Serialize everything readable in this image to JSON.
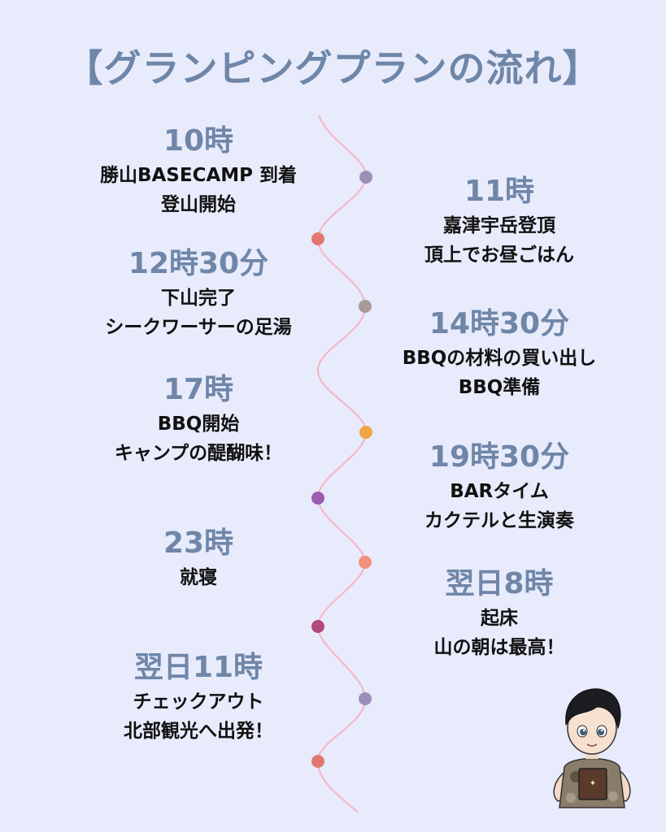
{
  "title": "【グランピングプランの流れ】",
  "events": [
    {
      "time": "10時",
      "lines": [
        "勝山BASECAMP 到着",
        "登山開始"
      ]
    },
    {
      "time": "11時",
      "lines": [
        "嘉津宇岳登頂",
        "頂上でお昼ごはん"
      ]
    },
    {
      "time": "12時30分",
      "lines": [
        "下山完了",
        "シークワーサーの足湯"
      ]
    },
    {
      "time": "14時30分",
      "lines": [
        "BBQの材料の買い出し",
        "BBQ準備"
      ]
    },
    {
      "time": "17時",
      "lines": [
        "BBQ開始",
        "キャンプの醍醐味！"
      ]
    },
    {
      "time": "19時30分",
      "lines": [
        "BARタイム",
        "カクテルと生演奏"
      ]
    },
    {
      "time": "23時",
      "lines": [
        "就寝"
      ]
    },
    {
      "time": "翌日8時",
      "lines": [
        "起床",
        "山の朝は最高！"
      ]
    },
    {
      "time": "翌日11時",
      "lines": [
        "チェックアウト",
        "北部観光へ出発！"
      ]
    }
  ],
  "dot_colors": [
    "#9b8fb8",
    "#e0786f",
    "#a89a9a",
    "#f0a545",
    "#9b5bb0",
    "#f2917a",
    "#b04a7a",
    "#9b8fb8",
    "#e0786f"
  ],
  "line_color": "#f4b8c8"
}
